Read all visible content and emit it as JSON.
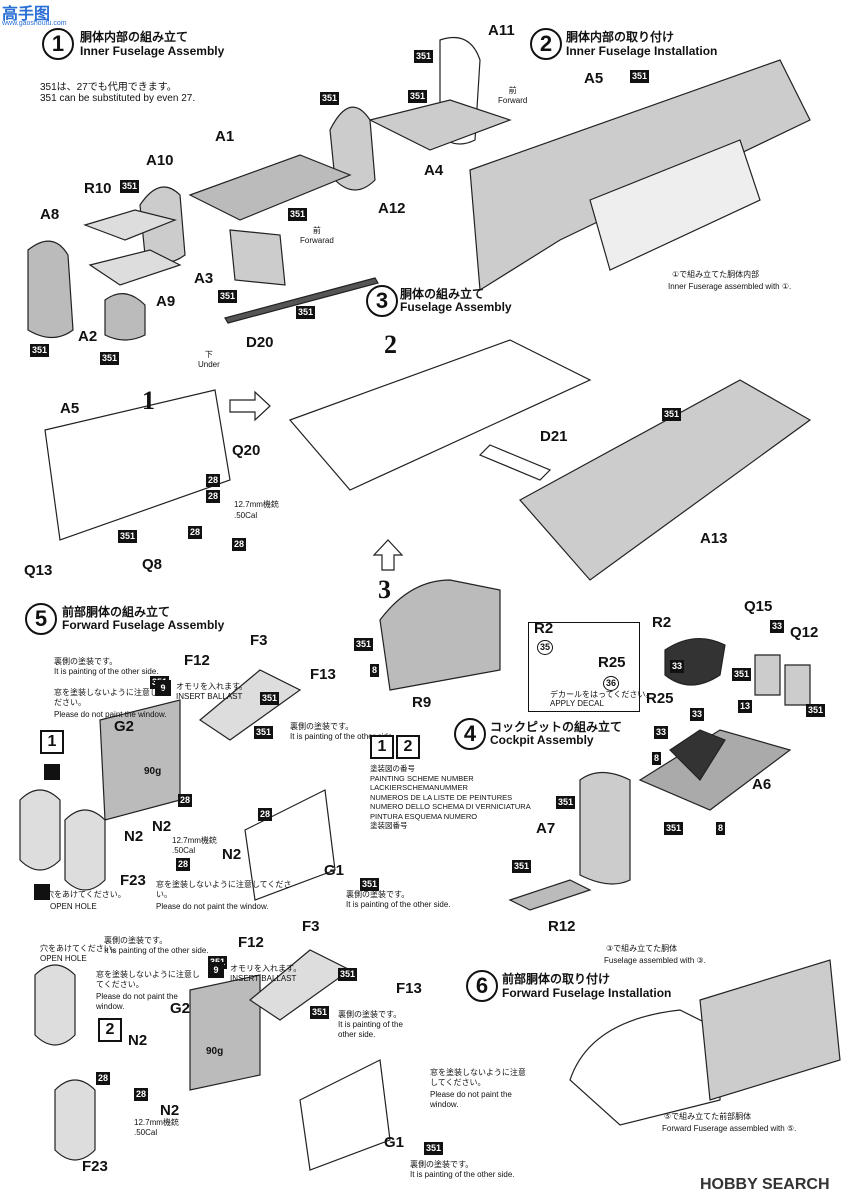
{
  "watermark_top": "高手图",
  "watermark_url": "www.gaoshoutu.com",
  "watermark_bottom": "HOBBY SEARCH",
  "step1": {
    "num": "1",
    "jp": "胴体内部の組み立て",
    "en": "Inner Fuselage Assembly"
  },
  "step2": {
    "num": "2",
    "jp": "胴体内部の取り付け",
    "en": "Inner Fuselage Installation"
  },
  "step3": {
    "num": "3",
    "jp": "胴体の組み立て",
    "en": "Fuselage Assembly"
  },
  "step4": {
    "num": "4",
    "jp": "コックピットの組み立て",
    "en": "Cockpit Assembly"
  },
  "step5": {
    "num": "5",
    "jp": "前部胴体の組み立て",
    "en": "Forward Fuselage Assembly"
  },
  "step6": {
    "num": "6",
    "jp": "前部胴体の取り付け",
    "en": "Forward Fuselage Installation"
  },
  "substitute": {
    "jp": "351は、27でも代用できます。",
    "en": "351 can be substituted by even 27."
  },
  "parts": {
    "A11": "A11",
    "A5": "A5",
    "A1": "A1",
    "A10": "A10",
    "R10": "R10",
    "A8": "A8",
    "A4": "A4",
    "A12": "A12",
    "A3": "A3",
    "A9": "A9",
    "A2": "A2",
    "D20": "D20",
    "A5b": "A5",
    "Q20": "Q20",
    "D21": "D21",
    "A13": "A13",
    "Q13": "Q13",
    "Q8": "Q8",
    "F3": "F3",
    "F12": "F12",
    "F13": "F13",
    "G2": "G2",
    "N2": "N2",
    "N2b": "N2",
    "F23": "F23",
    "G1": "G1",
    "R9": "R9",
    "R2": "R2",
    "R2d": "R2",
    "R25": "R25",
    "R25b": "R25",
    "Q15": "Q15",
    "Q12": "Q12",
    "A6": "A6",
    "A7": "A7",
    "R12": "R12",
    "F3b": "F3",
    "F12b": "F12",
    "F13b": "F13",
    "G2b": "G2",
    "N2c": "N2",
    "N2d": "N2",
    "F23b": "F23",
    "G1b": "G1"
  },
  "tags": {
    "t351": "351",
    "t28": "28",
    "t33": "33",
    "t8": "8",
    "t13": "13",
    "t35": "35",
    "t36": "36"
  },
  "labels": {
    "forward": "前\nForwarad",
    "forward2": "前\nForward",
    "under": "下\nUnder",
    "inner_fuse_jp": "①で組み立てた胴体内部",
    "inner_fuse_en": "Inner Fuserage assembled with ①.",
    "mg_jp": "12.7mm機銃",
    "mg_en": ".50Cal",
    "ballast_jp": "オモリを入れます。",
    "ballast_en": "INSERT BALLAST",
    "ballast_num": "9",
    "weight": "90g",
    "paint_other_jp": "裏側の塗装です。",
    "paint_other_en": "It is painting of the other side.",
    "nopaint_jp": "窓を塗装しないように注意してください。",
    "nopaint_en": "Please do not paint the window.",
    "openhole_jp": "穴をあけてください。",
    "openhole_en": "OPEN HOLE",
    "apply_decal_jp": "デカールをはってください。",
    "apply_decal_en": "APPLY DECAL",
    "fuse_assembled3_jp": "③で組み立てた胴体",
    "fuse_assembled3_en": "Fuselage assembled with ③.",
    "fwd_fuse5_jp": "⑤で組み立てた前部胴体",
    "fwd_fuse5_en": "Forward Fuserage assembled with ⑤."
  },
  "scheme": {
    "n1": "1",
    "n2": "2",
    "lines": [
      "塗装図の番号",
      "PAINTING SCHEME NUMBER",
      "LACKIERSCHEMANUMMER",
      "NUMEROS DE LA LISTE DE PEINTURES",
      "NUMERO DELLO SCHEMA DI VERNICIATURA",
      "PINTURA ESQUEMA NUMERO",
      "塗装図番号"
    ]
  },
  "big_numbers": {
    "b1": "1",
    "b2": "2",
    "b3": "3"
  }
}
